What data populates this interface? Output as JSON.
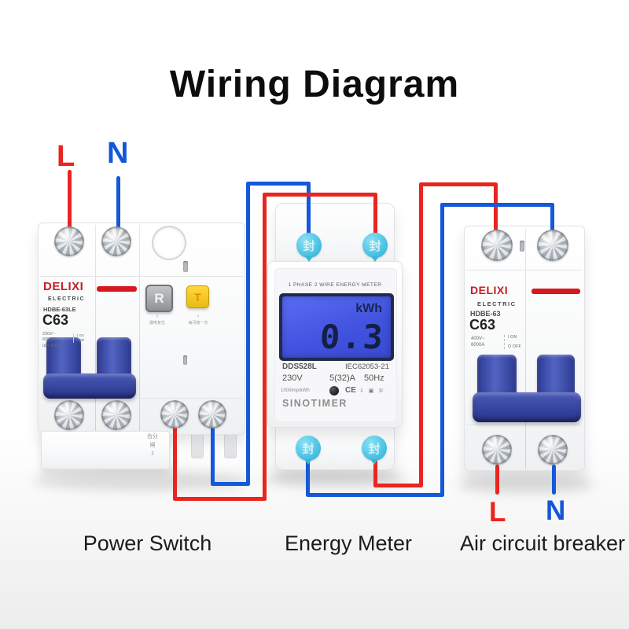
{
  "title": "Wiring Diagram",
  "input_labels": {
    "live": "L",
    "neutral": "N"
  },
  "output_labels": {
    "live": "L",
    "neutral": "N"
  },
  "captions": {
    "power_switch": "Power Switch",
    "energy_meter": "Energy Meter",
    "air_breaker": "Air circuit breaker"
  },
  "power_switch": {
    "brand": "DELIXI",
    "sub_brand": "ELECTRIC",
    "model": "HDBE-63LE",
    "rating": "C63",
    "specs": "230V~\n6000A\nIΔn 30mA",
    "aux_specs": "1 On\n4009",
    "reset_button": "R",
    "test_button": "T",
    "reset_note": "⇧\n漏电复位",
    "test_note": "⇧\n每月按一次",
    "side_note": "合分闸\n⇩"
  },
  "energy_meter": {
    "header": "1 PHASE 2 WIRE ENERGY METER",
    "unit": "kWh",
    "reading": "0.3",
    "model": "DDS528L",
    "standard": "IEC62053-21",
    "voltage": "230V",
    "current": "5(32)A",
    "frequency": "50Hz",
    "pulse_rate": "1000imp/kWh",
    "ce_mark": "CE",
    "cert_icons": "⇩ ▣ ①",
    "brand": "SINOTIMER",
    "seal_char": "封"
  },
  "air_breaker": {
    "brand": "DELIXI",
    "sub_brand": "ELECTRIC",
    "model": "HDBE-63",
    "rating": "C63",
    "specs": "400V~\n6000A",
    "on_off": "I ON\n\nO OFF"
  },
  "colors": {
    "live_wire": "#e8251f",
    "neutral_wire": "#1359d9",
    "brand_red": "#c32026",
    "lcd_blue": "#4052de",
    "seal_cyan": "#44bfe2",
    "toggle_blue": "#2c3a92",
    "test_button_yellow": "#e9ba10"
  }
}
